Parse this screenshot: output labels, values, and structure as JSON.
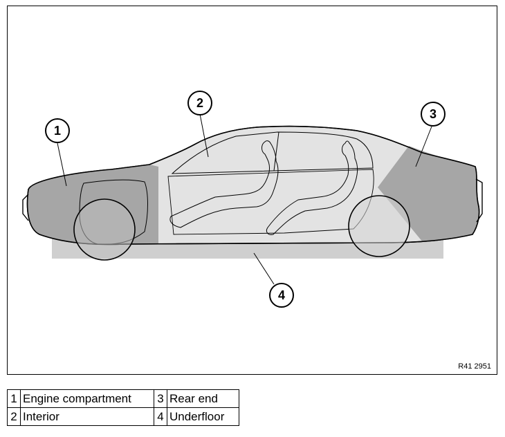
{
  "figure": {
    "reference_code": "R41 2951",
    "callouts": [
      {
        "number": "1"
      },
      {
        "number": "2"
      },
      {
        "number": "3"
      },
      {
        "number": "4"
      }
    ]
  },
  "legend": {
    "rows": [
      {
        "n1": "1",
        "l1": "Engine compartment",
        "n2": "3",
        "l2": "Rear end"
      },
      {
        "n1": "2",
        "l1": "Interior",
        "n2": "4",
        "l2": "Underfloor"
      }
    ]
  },
  "colors": {
    "engine_zone": "#a6a6a6",
    "interior_zone": "#e3e3e3",
    "rear_zone": "#a6a6a6",
    "underfloor_zone": "#cfcfcf",
    "wheel_fill": "#bdbdbd",
    "outline": "#000000"
  }
}
